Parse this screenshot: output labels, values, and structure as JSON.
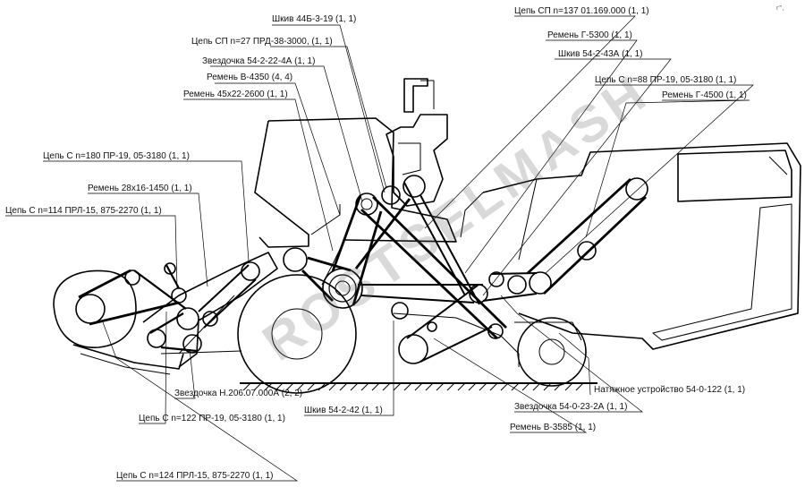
{
  "diagram": {
    "corner_mark": "r''',",
    "watermark": "ROSTSELMASH",
    "labels": [
      "Шкив 44Б-3-19 (1, 1)",
      "Цепь СП n=137 01.169.000 (1, 1)",
      "Цепь СП n=27 ПРД-38-3000, (1, 1)",
      "Ремень Г-5300 (1, 1)",
      "Звездочка 54-2-22-4А (1, 1)",
      "Шкив 54-2-43А (1, 1)",
      "Ремень В-4350 (4, 4)",
      "Цепь С n=88 ПР-19, 05-3180 (1, 1)",
      "Ремень 45х22-2600 (1, 1)",
      "Ремень Г-4500 (1, 1)",
      "Цепь С n=180 ПР-19, 05-3180 (1, 1)",
      "Ремень 28х16-1450 (1, 1)",
      "Цепь С n=114 ПРЛ-15, 875-2270 (1, 1)",
      "Натяжное устройство 54-0-122 (1, 1)",
      "Звездочка Н.206.07.000А (2, 2)",
      "Шкив 54-2-42 (1, 1)",
      "Звездочка 54-0-23-2А (1, 1)",
      "Цепь С n=122 ПР-19, 05-3180 (1, 1)",
      "Ремень В-3585 (1, 1)",
      "Цепь С n=124 ПРЛ-15, 875-2270 (1, 1)"
    ]
  }
}
